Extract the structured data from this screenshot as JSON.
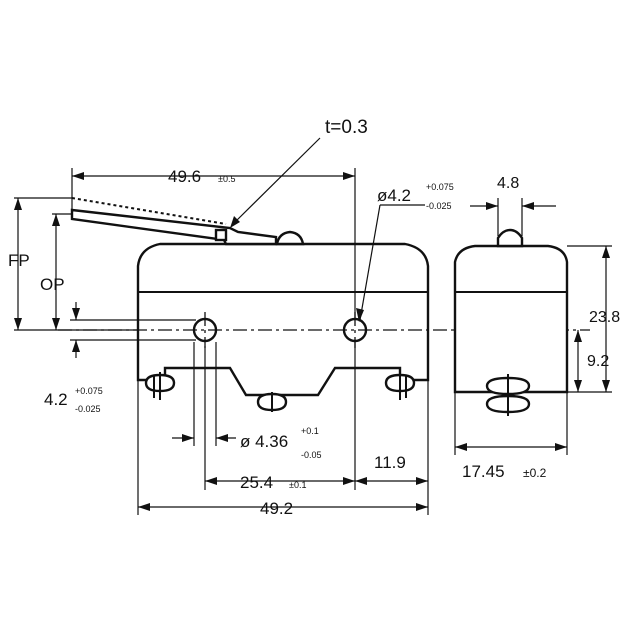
{
  "labels": {
    "thickness": "t=0.3",
    "lever_length": "49.6",
    "lever_length_tol": "±0.5",
    "hole_dia": "ø4.2",
    "hole_dia_tol_plus": "+0.075",
    "hole_dia_tol_minus": "-0.025",
    "plunger_width": "4.8",
    "fp": "FP",
    "op": "OP",
    "height": "23.8",
    "hole_height": "9.2",
    "left_offset": "4.2",
    "left_offset_tol_plus": "+0.075",
    "left_offset_tol_minus": "-0.025",
    "pin_dia": "ø 4.36",
    "pin_dia_tol_plus": "+0.1",
    "pin_dia_tol_minus": "-0.05",
    "hole_spacing": "25.4",
    "hole_spacing_tol": "±0.1",
    "right_offset": "11.9",
    "total_length": "49.2",
    "depth": "17.45",
    "depth_tol": "±0.2"
  }
}
